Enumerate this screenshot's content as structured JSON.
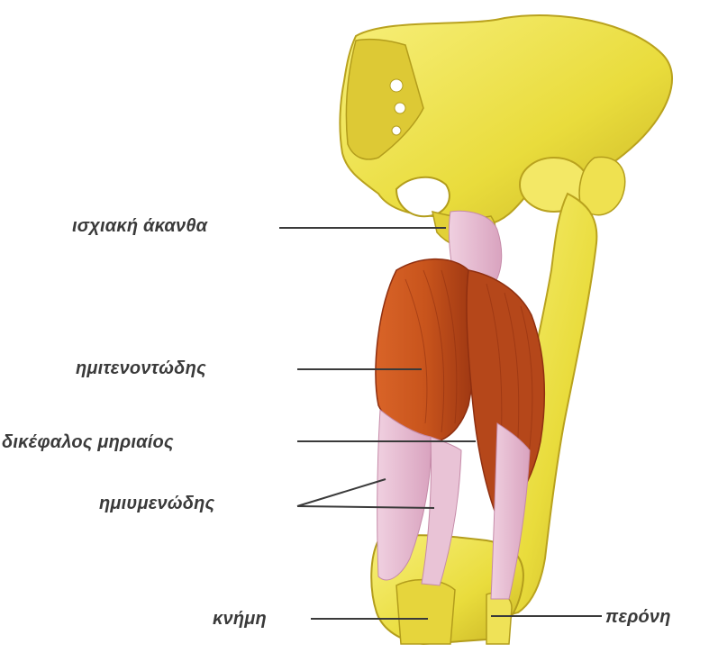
{
  "labels": {
    "ischial_spine": "ισχιακή άκανθα",
    "semitendinosus": "ημιτενοντώδης",
    "biceps_femoris": "δικέφαλος μηριαίος",
    "semimembranosus": "ημιυμενώδης",
    "tibia": "κνήμη",
    "fibula": "περόνη"
  },
  "colors": {
    "bone": "#e9dc3c",
    "bone_shadow": "#c9b425",
    "bone_light": "#f7ef7a",
    "muscle": "#c8541c",
    "muscle_dark": "#8f2f10",
    "tendon": "#e6b8cf",
    "leader_line": "#3a3a3a"
  }
}
